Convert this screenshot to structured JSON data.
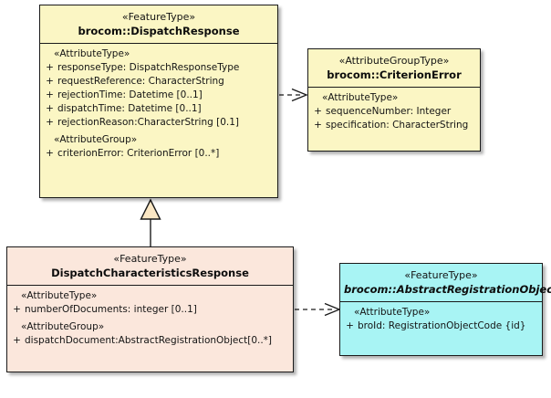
{
  "diagram": {
    "type": "uml-class-diagram",
    "background": "#ffffff",
    "colors": {
      "feature_type_fill": "#fbf6c4",
      "attribute_group_type_fill": "#fbf6c4",
      "subtype_fill": "#fbe7dc",
      "abstract_fill": "#a8f4f4",
      "border": "#1a1a1a",
      "generalization_fill": "#fbe7c4"
    }
  },
  "classes": {
    "dispatch_response": {
      "stereotype": "«FeatureType»",
      "name": "brocom::DispatchResponse",
      "abstract": false,
      "compartments": [
        {
          "group": "«AttributeType»",
          "attributes": [
            {
              "visibility": "+",
              "text": "responseType: DispatchResponseType"
            },
            {
              "visibility": "+",
              "text": "requestReference: CharacterString"
            },
            {
              "visibility": "+",
              "text": "rejectionTime: Datetime [0..1]"
            },
            {
              "visibility": "+",
              "text": "dispatchTime: Datetime [0..1]"
            },
            {
              "visibility": "+",
              "text": "rejectionReason:CharacterString [0.1]"
            }
          ]
        },
        {
          "group": "«AttributeGroup»",
          "attributes": [
            {
              "visibility": "+",
              "text": "criterionError: CriterionError [0..*]"
            }
          ]
        }
      ]
    },
    "criterion_error": {
      "stereotype": "«AttributeGroupType»",
      "name": "brocom::CriterionError",
      "abstract": false,
      "compartments": [
        {
          "group": "«AttributeType»",
          "attributes": [
            {
              "visibility": "+",
              "text": "sequenceNumber: Integer"
            },
            {
              "visibility": "+",
              "text": "specification: CharacterString"
            }
          ]
        }
      ]
    },
    "dispatch_characteristics_response": {
      "stereotype": "«FeatureType»",
      "name": "DispatchCharacteristicsResponse",
      "abstract": false,
      "compartments": [
        {
          "group": "«AttributeType»",
          "attributes": [
            {
              "visibility": "+",
              "text": "numberOfDocuments: integer [0..1]"
            }
          ]
        },
        {
          "group": "«AttributeGroup»",
          "attributes": [
            {
              "visibility": "+",
              "text": "dispatchDocument:AbstractRegistrationObject[0..*]"
            }
          ]
        }
      ]
    },
    "abstract_registration_object": {
      "stereotype": "«FeatureType»",
      "name": "brocom::AbstractRegistrationObject",
      "abstract": true,
      "compartments": [
        {
          "group": "«AttributeType»",
          "attributes": [
            {
              "visibility": "+",
              "text": "broId: RegistrationObjectCode {id}"
            }
          ]
        }
      ]
    }
  },
  "relationships": [
    {
      "id": "rel-dependency-criterion-error",
      "kind": "dependency",
      "style": "dashed-open-arrow",
      "from": "dispatch_response",
      "to": "criterion_error",
      "label": ""
    },
    {
      "id": "rel-generalization-dispatch",
      "kind": "generalization",
      "style": "solid-hollow-triangle",
      "from": "dispatch_characteristics_response",
      "to": "dispatch_response",
      "label": ""
    },
    {
      "id": "rel-dependency-registration-object",
      "kind": "dependency",
      "style": "dashed-open-arrow",
      "from": "dispatch_characteristics_response",
      "to": "abstract_registration_object",
      "label": ""
    }
  ]
}
